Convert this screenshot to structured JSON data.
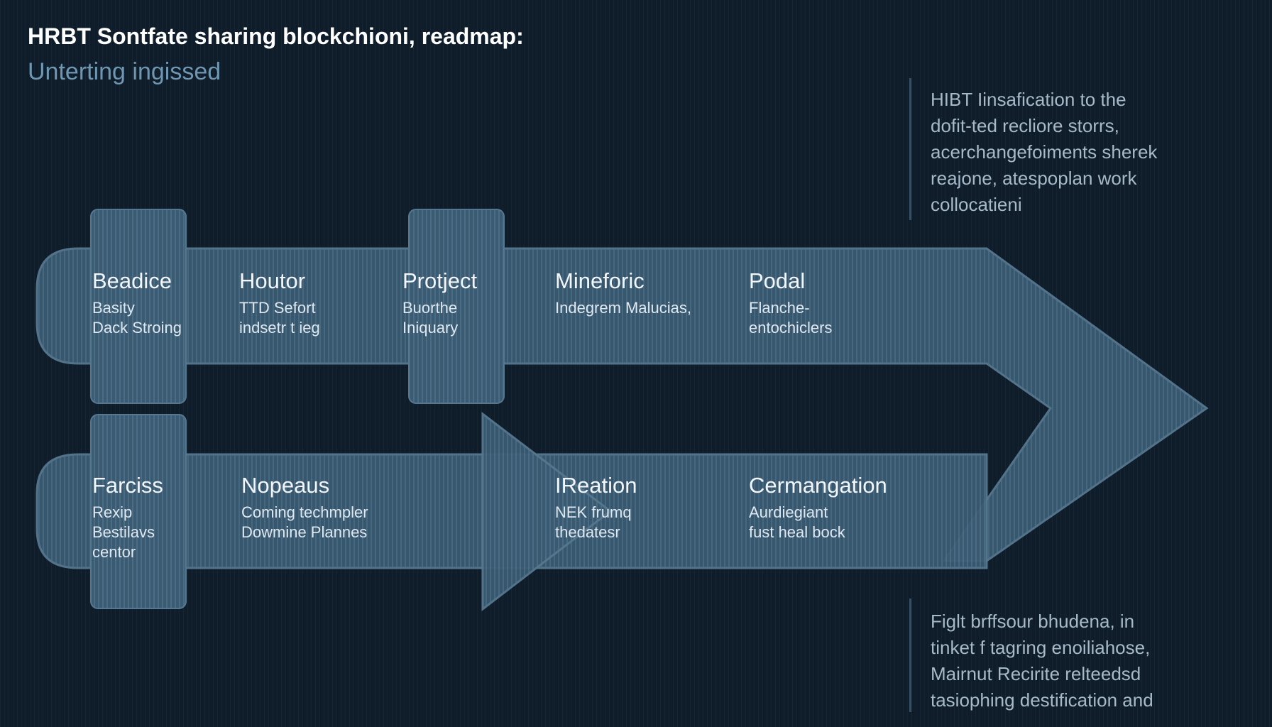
{
  "title": "HRBT Sontfate sharing  blockchioni, readmap:",
  "subtitle": "Unterting ingissed",
  "colors": {
    "background": "#0f1c2a",
    "arrow_fill": "#3c5f77",
    "arrow_stroke": "#5b7d95",
    "title": "#ffffff",
    "subtitle": "#6f97b2",
    "note_text": "#a7bac8"
  },
  "stages_top": [
    {
      "name": "Beadice",
      "desc": [
        "Basity",
        "Dack Stroing"
      ]
    },
    {
      "name": "Houtor",
      "desc": [
        "TTD Sefort",
        "indsetr t ieg"
      ]
    },
    {
      "name": "Protject",
      "desc": [
        "Buorthe",
        "Iniquary"
      ]
    },
    {
      "name": "Mineforic",
      "desc": [
        "Indegrem Malucias,"
      ]
    },
    {
      "name": "Podal",
      "desc": [
        "Flanche-",
        "entochiclers"
      ]
    }
  ],
  "stages_bottom": [
    {
      "name": "Farciss",
      "desc": [
        "Rexip",
        "Bestilavs",
        "centor"
      ]
    },
    {
      "name": "Nopeaus",
      "desc": [
        "Coming techmpler",
        "Dowmine Plannes"
      ]
    },
    {
      "name": "IReation",
      "desc": [
        "NEK frumq",
        "thedatesr"
      ]
    },
    {
      "name": "Cermangation",
      "desc": [
        "Aurdiegiant",
        "fust heal bock"
      ]
    }
  ],
  "notes": {
    "top": [
      "HIBT Iinsafication to the",
      "dofit-ted recliore storrs,",
      "acerchangefoiments sherek",
      "reajone, atespoplan work",
      "collocatieni"
    ],
    "bottom": [
      "Figlt brffsour bhudena, in",
      "tinket f tagring enoiliahose,",
      "Mairnut Recirite relteedsd",
      "tasiophing destification and"
    ]
  }
}
